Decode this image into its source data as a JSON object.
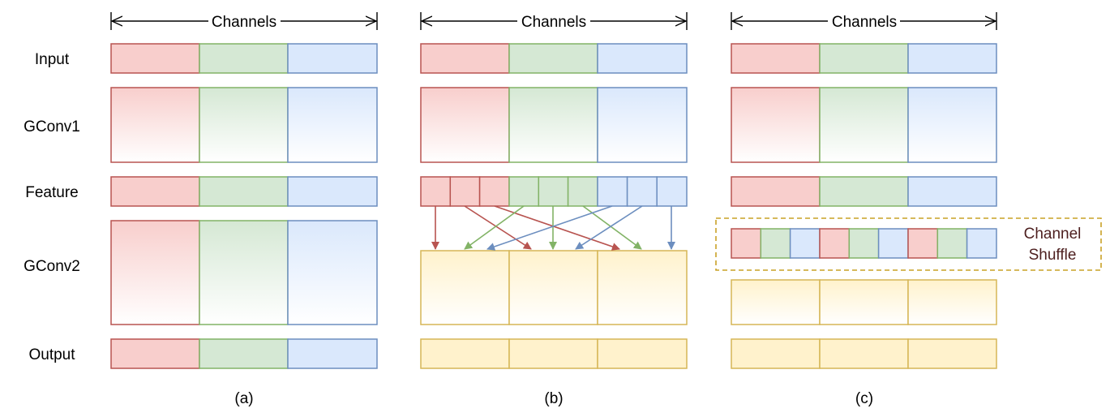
{
  "row_labels": [
    "Input",
    "GConv1",
    "Feature",
    "GConv2",
    "Output"
  ],
  "channels_label": "Channels",
  "panel_labels": [
    "(a)",
    "(b)",
    "(c)"
  ],
  "channel_shuffle": {
    "line1": "Channel",
    "line2": "Shuffle"
  },
  "colors": {
    "red_fill": "#f8cecc",
    "red_stroke": "#b85450",
    "green_fill": "#d5e8d4",
    "green_stroke": "#82b366",
    "blue_fill": "#dae8fc",
    "blue_stroke": "#6c8ebf",
    "yellow_fill": "#fff2cc",
    "yellow_stroke": "#d6b656",
    "shuffle_box_stroke": "#c9a227"
  }
}
